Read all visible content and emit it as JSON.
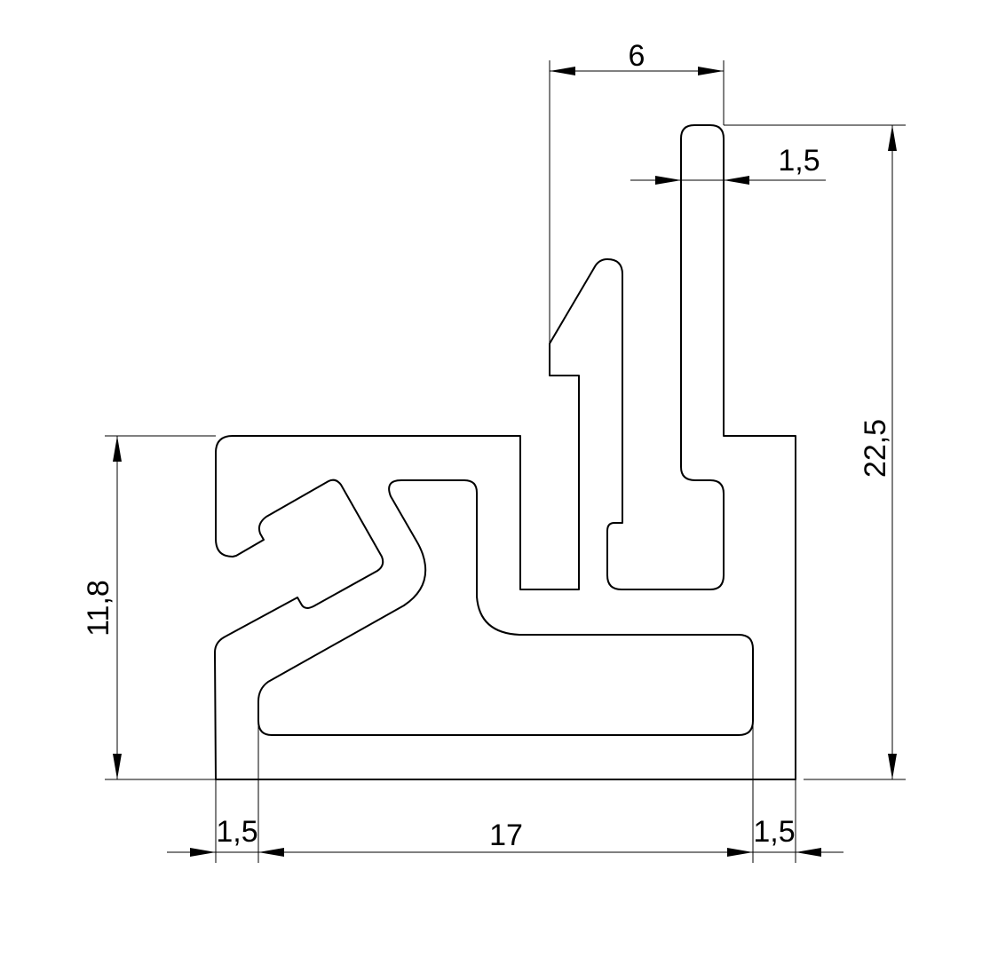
{
  "drawing": {
    "title": "Aluminium profile cross-section",
    "dimensions": {
      "top_width": "6",
      "top_wall": "1,5",
      "total_height": "22,5",
      "left_height": "11,8",
      "bottom_left_wall": "1,5",
      "bottom_inner": "17",
      "bottom_right_wall": "1,5"
    },
    "line_color": "#000000"
  }
}
